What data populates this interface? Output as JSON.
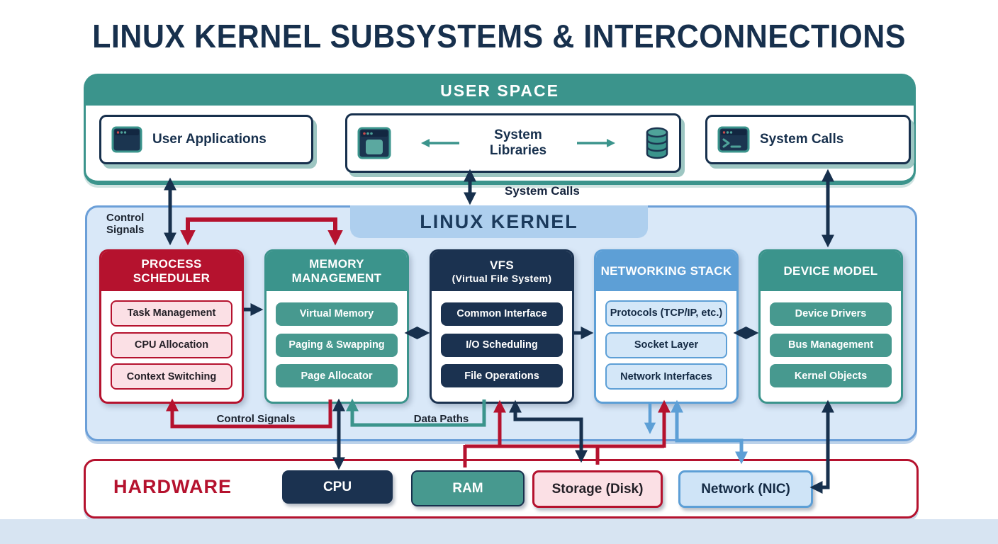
{
  "title": "LINUX KERNEL SUBSYSTEMS & INTERCONNECTIONS",
  "user_space": {
    "header": "USER SPACE",
    "cards": {
      "user_applications": {
        "label": "User Applications"
      },
      "system_libraries": {
        "label_line1": "System",
        "label_line2": "Libraries"
      },
      "system_calls": {
        "label": "System Calls"
      }
    }
  },
  "labels": {
    "system_calls_arrow": "System Calls",
    "control_signals_top": "Control Signals",
    "control_signals_bottom": "Control Signals",
    "data_paths": "Data Paths"
  },
  "kernel": {
    "header": "LINUX KERNEL",
    "columns": [
      {
        "title": "PROCESS SCHEDULER",
        "items": [
          "Task Management",
          "CPU Allocation",
          "Context Switching"
        ]
      },
      {
        "title": "MEMORY MANAGEMENT",
        "items": [
          "Virtual Memory",
          "Paging & Swapping",
          "Page Allocator"
        ]
      },
      {
        "title": "VFS",
        "subtitle": "(Virtual File System)",
        "items": [
          "Common Interface",
          "I/O Scheduling",
          "File Operations"
        ]
      },
      {
        "title": "NETWORKING STACK",
        "items": [
          "Protocols (TCP/IP, etc.)",
          "Socket Layer",
          "Network Interfaces"
        ]
      },
      {
        "title": "DEVICE MODEL",
        "items": [
          "Device Drivers",
          "Bus Management",
          "Kernel Objects"
        ]
      }
    ]
  },
  "hardware": {
    "label": "HARDWARE",
    "chips": [
      {
        "label": "CPU"
      },
      {
        "label": "RAM"
      },
      {
        "label": "Storage (Disk)"
      },
      {
        "label": "Network (NIC)"
      }
    ]
  },
  "colors": {
    "navy": "#17304d",
    "red": "#b5122e",
    "teal": "#3b948c",
    "blue": "#5d9fd6",
    "kernel_bg": "#d9e8f8"
  }
}
